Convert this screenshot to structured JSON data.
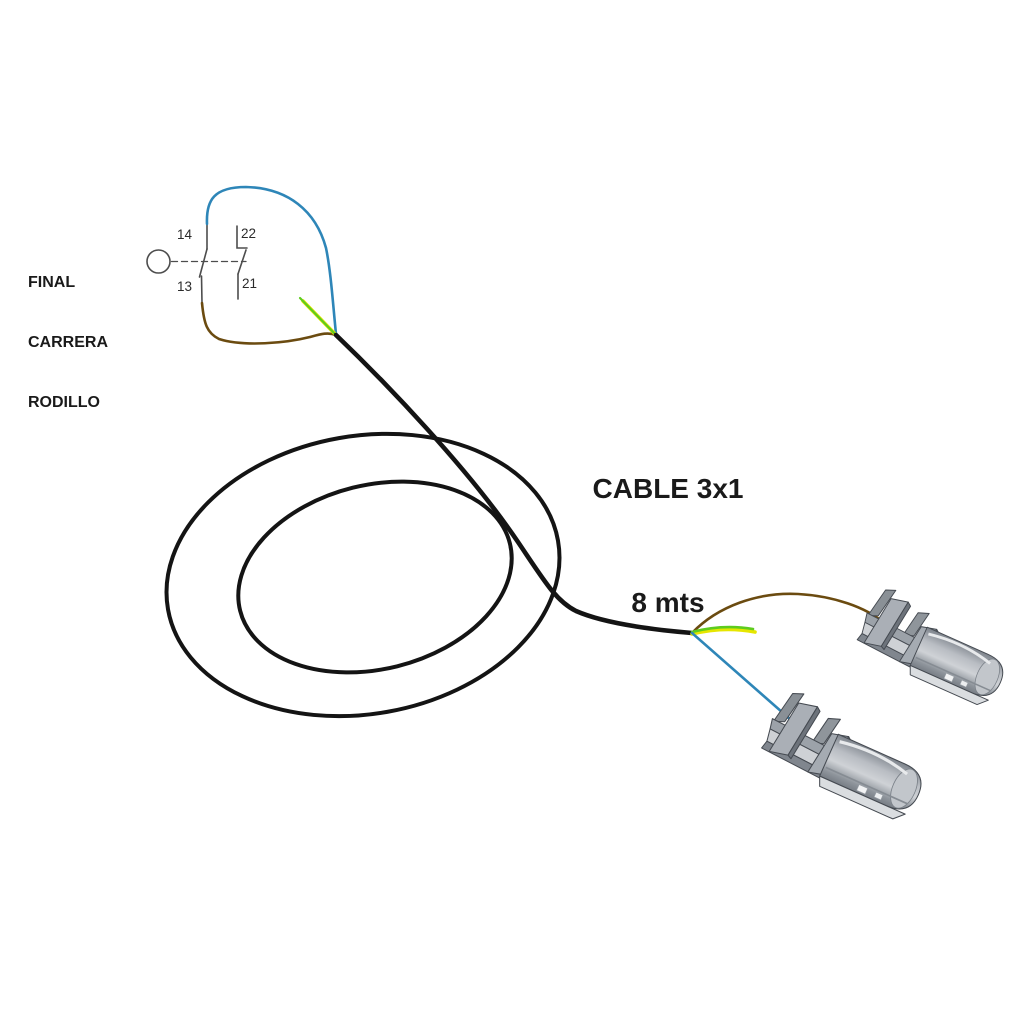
{
  "diagram": {
    "background": "#ffffff",
    "switch_label": {
      "line1": "FINAL",
      "line2": "CARRERA",
      "line3": "RODILLO"
    },
    "cable_label": {
      "line1": "CABLE 3x1",
      "line2": "8 mts"
    },
    "contacts": {
      "no_top": "14",
      "no_bottom": "13",
      "nc_top": "22",
      "nc_bottom": "21"
    },
    "colors": {
      "wire_blue": "#2e86b8",
      "wire_brown": "#6b4b10",
      "wire_green": "#5ecc1e",
      "wire_yellow": "#e6e600",
      "cable_black": "#141414",
      "symbol_gray": "#4d4d4d",
      "terminal_gray": "#b3b8be"
    }
  }
}
